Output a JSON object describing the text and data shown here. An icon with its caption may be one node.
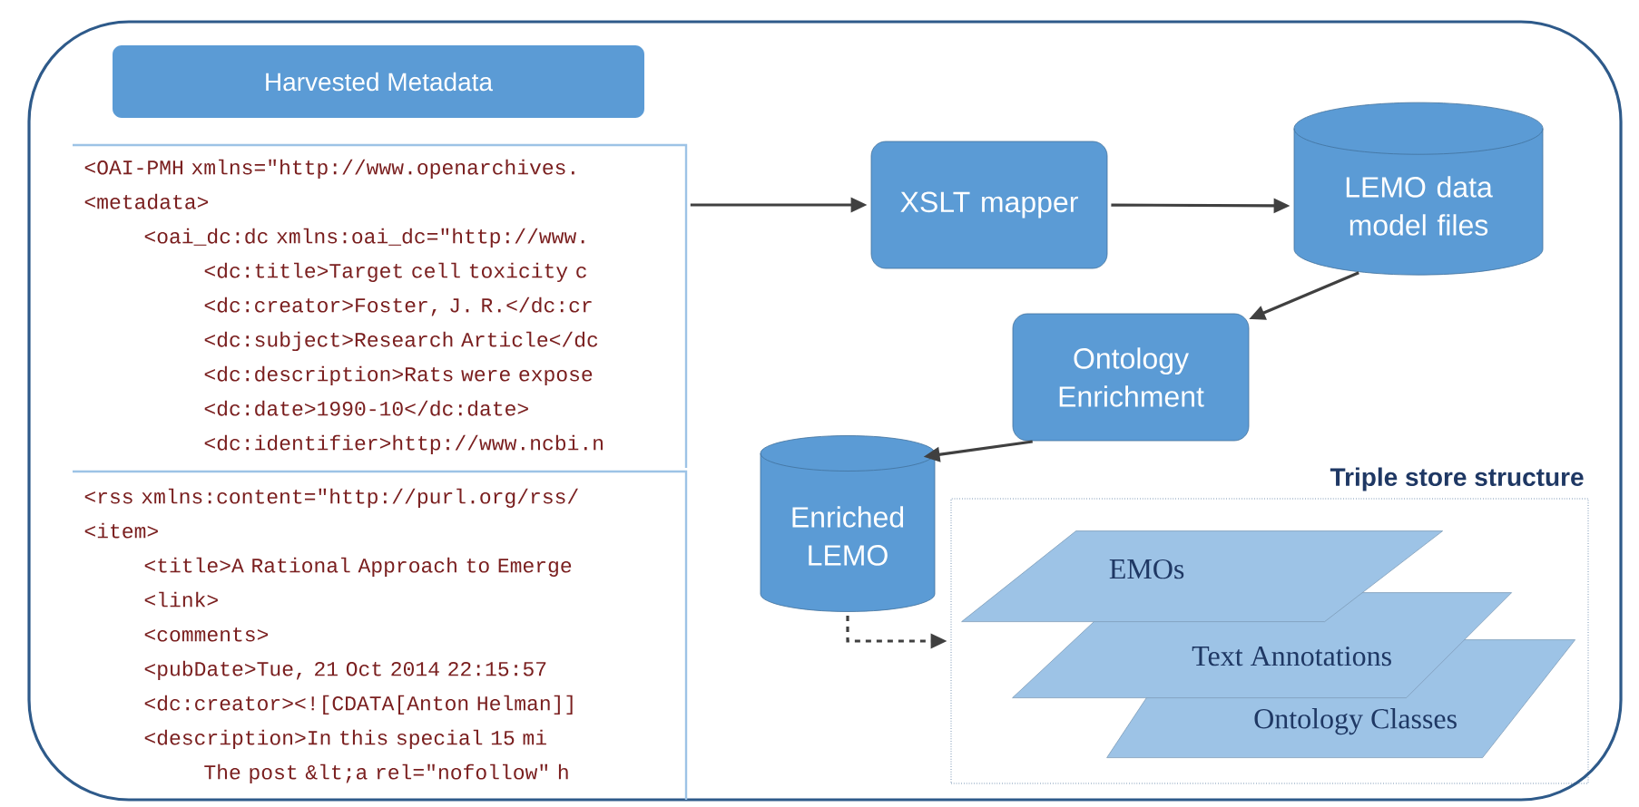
{
  "diagram": {
    "nodes": [
      {
        "text": [
          "Harvested Metadata"
        ]
      },
      {
        "text": [
          "<OAI-PMH xmlns=\"http://www.openarchives.",
          "<metadata>",
          "<oai_dc:dc xmlns:oai_dc=\"http://www.",
          "<dc:title>Target cell toxicity c",
          "<dc:creator>Foster, J. R.</dc:cr",
          "<dc:subject>Research Article</dc",
          "<dc:description>Rats were expose",
          "<dc:date>1990-10</dc:date>",
          "<dc:identifier>http://www.ncbi.n"
        ]
      },
      {
        "text": [
          "<rss xmlns:content=\"http://purl.org/rss/",
          "<item>",
          "<title>A Rational Approach to Emerge",
          "<link>",
          "<comments>",
          "<pubDate>Tue, 21 Oct 2014 22:15:57",
          "<dc:creator><![CDATA[Anton Helman]]",
          "<description>In this special  15 mi",
          "The post &lt;a rel=\"nofollow\" h"
        ]
      },
      {
        "text": [
          "XSLT mapper"
        ]
      },
      {
        "text": [
          "LEMO data model files"
        ]
      },
      {
        "text": [
          "Ontology Enrichment"
        ]
      },
      {
        "text": [
          "Enriched LEMO"
        ]
      },
      {
        "text": [
          "Triple store structure"
        ]
      },
      {
        "text": [
          "EMOs"
        ],
        "in": 7
      },
      {
        "text": [
          "Text Annotations"
        ],
        "in": 7
      },
      {
        "text": [
          "Ontology Classes"
        ],
        "in": 7
      }
    ],
    "edges": [
      {
        "from": 1,
        "to": 3,
        "arrow": "to"
      },
      {
        "from": 3,
        "to": 4,
        "arrow": "to"
      },
      {
        "from": 4,
        "to": 5,
        "arrow": "to"
      },
      {
        "from": 5,
        "to": 6,
        "arrow": "to"
      },
      {
        "from": 6,
        "to": 7,
        "arrow": "to",
        "style": "dashed"
      }
    ]
  }
}
